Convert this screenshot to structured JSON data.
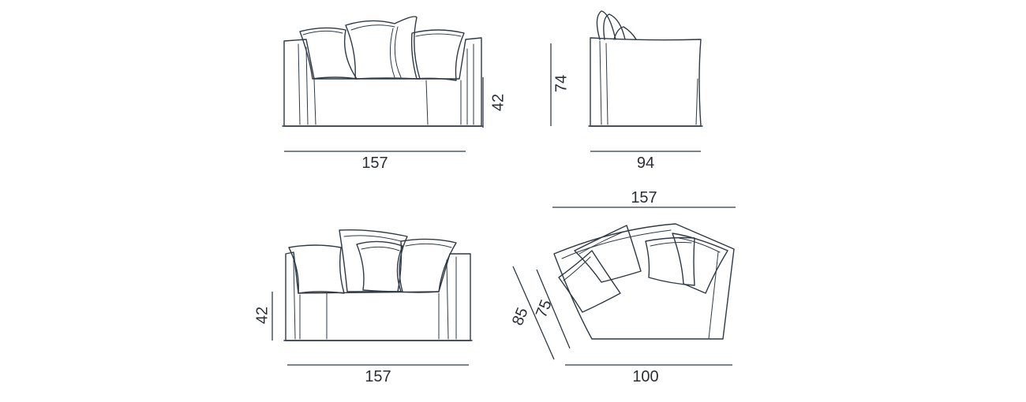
{
  "views": [
    {
      "name": "front-view",
      "dimensions": {
        "width": "157",
        "seat_height": "42"
      }
    },
    {
      "name": "side-view",
      "dimensions": {
        "depth": "94",
        "height": "74"
      }
    },
    {
      "name": "front-view-alt",
      "dimensions": {
        "width": "157",
        "seat_height": "42"
      }
    },
    {
      "name": "top-view",
      "dimensions": {
        "width": "157",
        "depth_outer": "85",
        "depth_inner": "75",
        "base": "100"
      }
    }
  ],
  "colors": {
    "line": "#2f3a45",
    "background": "#ffffff"
  }
}
